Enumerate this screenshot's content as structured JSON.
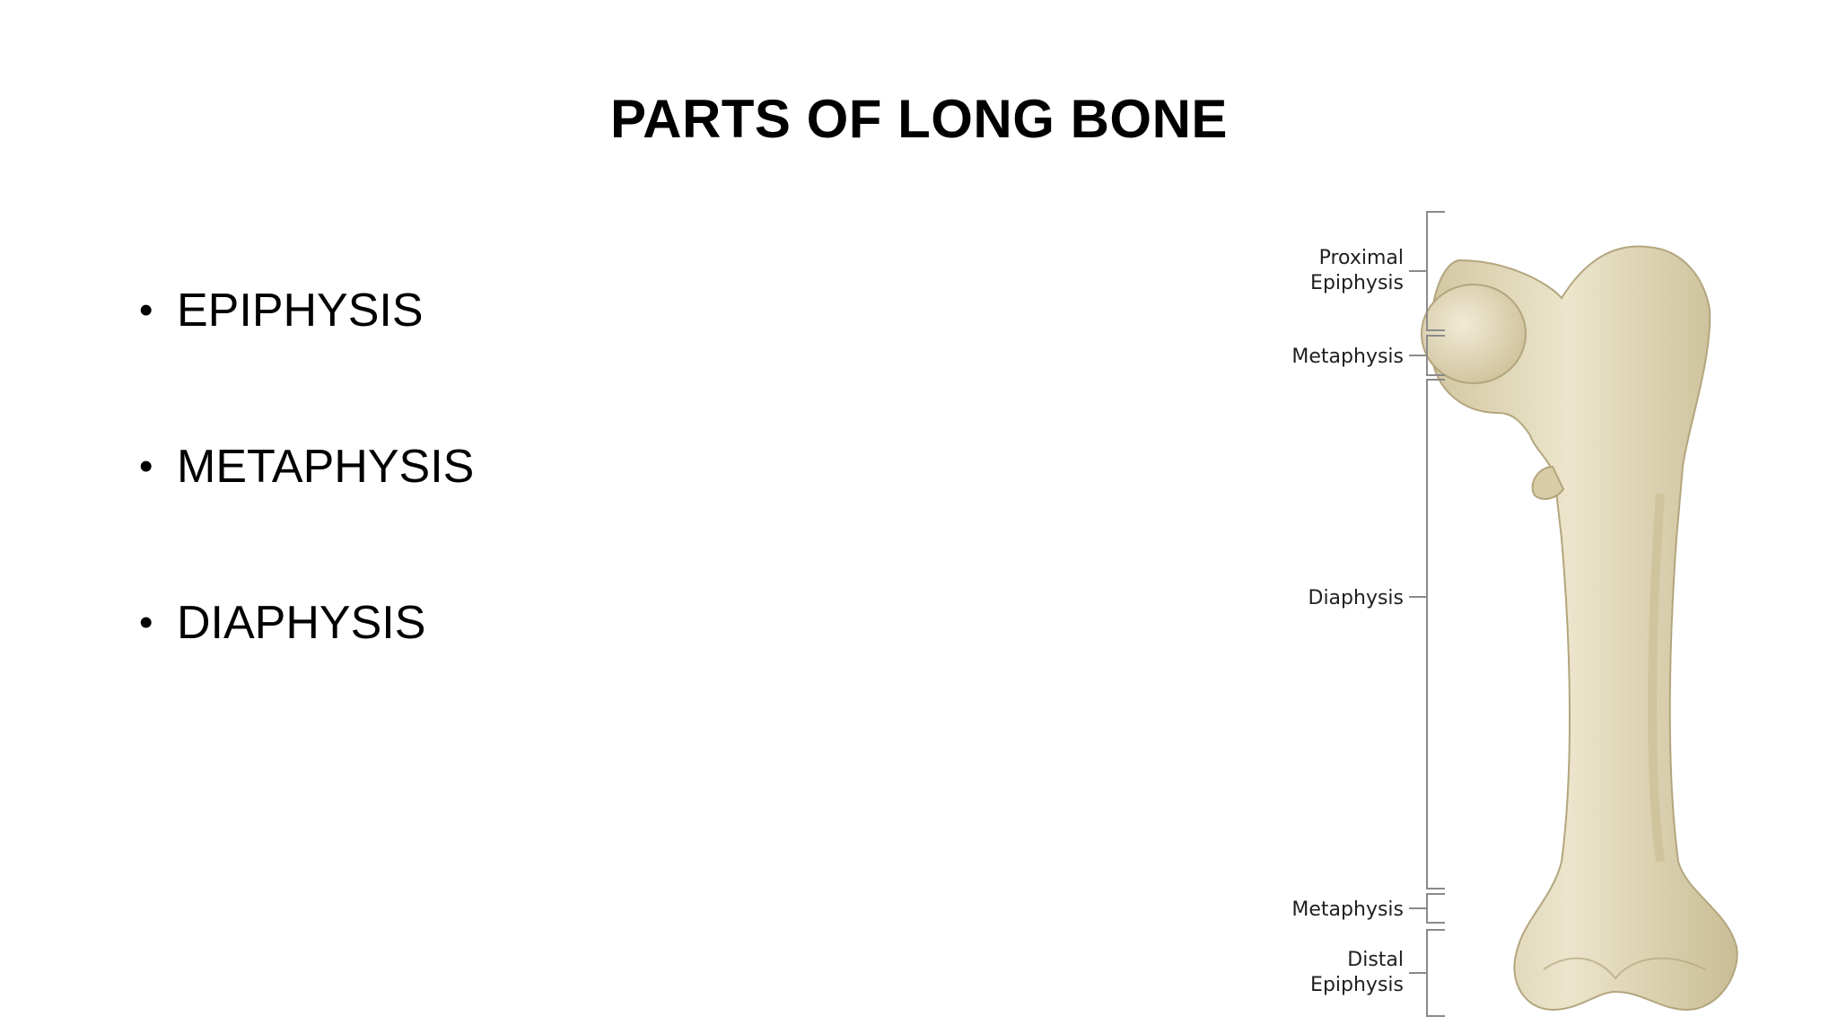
{
  "slide": {
    "title": "PARTS OF LONG BONE",
    "bullets": [
      {
        "label": "EPIPHYSIS"
      },
      {
        "label": "METAPHYSIS"
      },
      {
        "label": "DIAPHYSIS"
      }
    ]
  },
  "figure": {
    "labels": {
      "proximal_epiphysis_line1": "Proximal",
      "proximal_epiphysis_line2": "Epiphysis",
      "metaphysis_upper": "Metaphysis",
      "diaphysis": "Diaphysis",
      "metaphysis_lower": "Metaphysis",
      "distal_epiphysis_line1": "Distal",
      "distal_epiphysis_line2": "Epiphysis"
    },
    "colors": {
      "bone_fill": "#e9e1c4",
      "bone_shadow": "#cfc49f",
      "bracket": "#8a8a8a"
    }
  }
}
